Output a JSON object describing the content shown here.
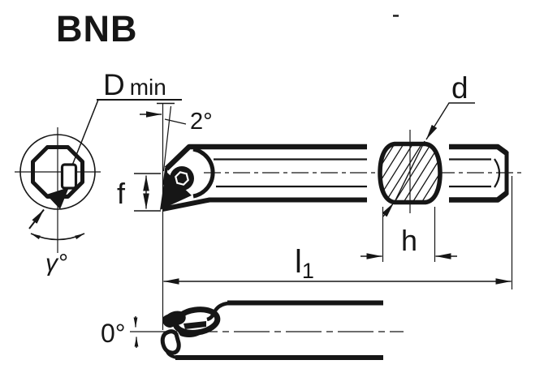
{
  "drawing": {
    "title": "BNB",
    "colors": {
      "ink": "#161616",
      "paper": "#ffffff"
    },
    "labels": {
      "min_bore_diameter": {
        "symbol": "D",
        "unit": "min"
      },
      "insert_tilt_angle": "2°",
      "tip_offset": "f",
      "shank_diameter": "d",
      "shank_height": "h",
      "overall_length": {
        "symbol": "l",
        "subscript": "1"
      },
      "rake_angle": "γ°",
      "end_view_angle": "0°"
    }
  }
}
